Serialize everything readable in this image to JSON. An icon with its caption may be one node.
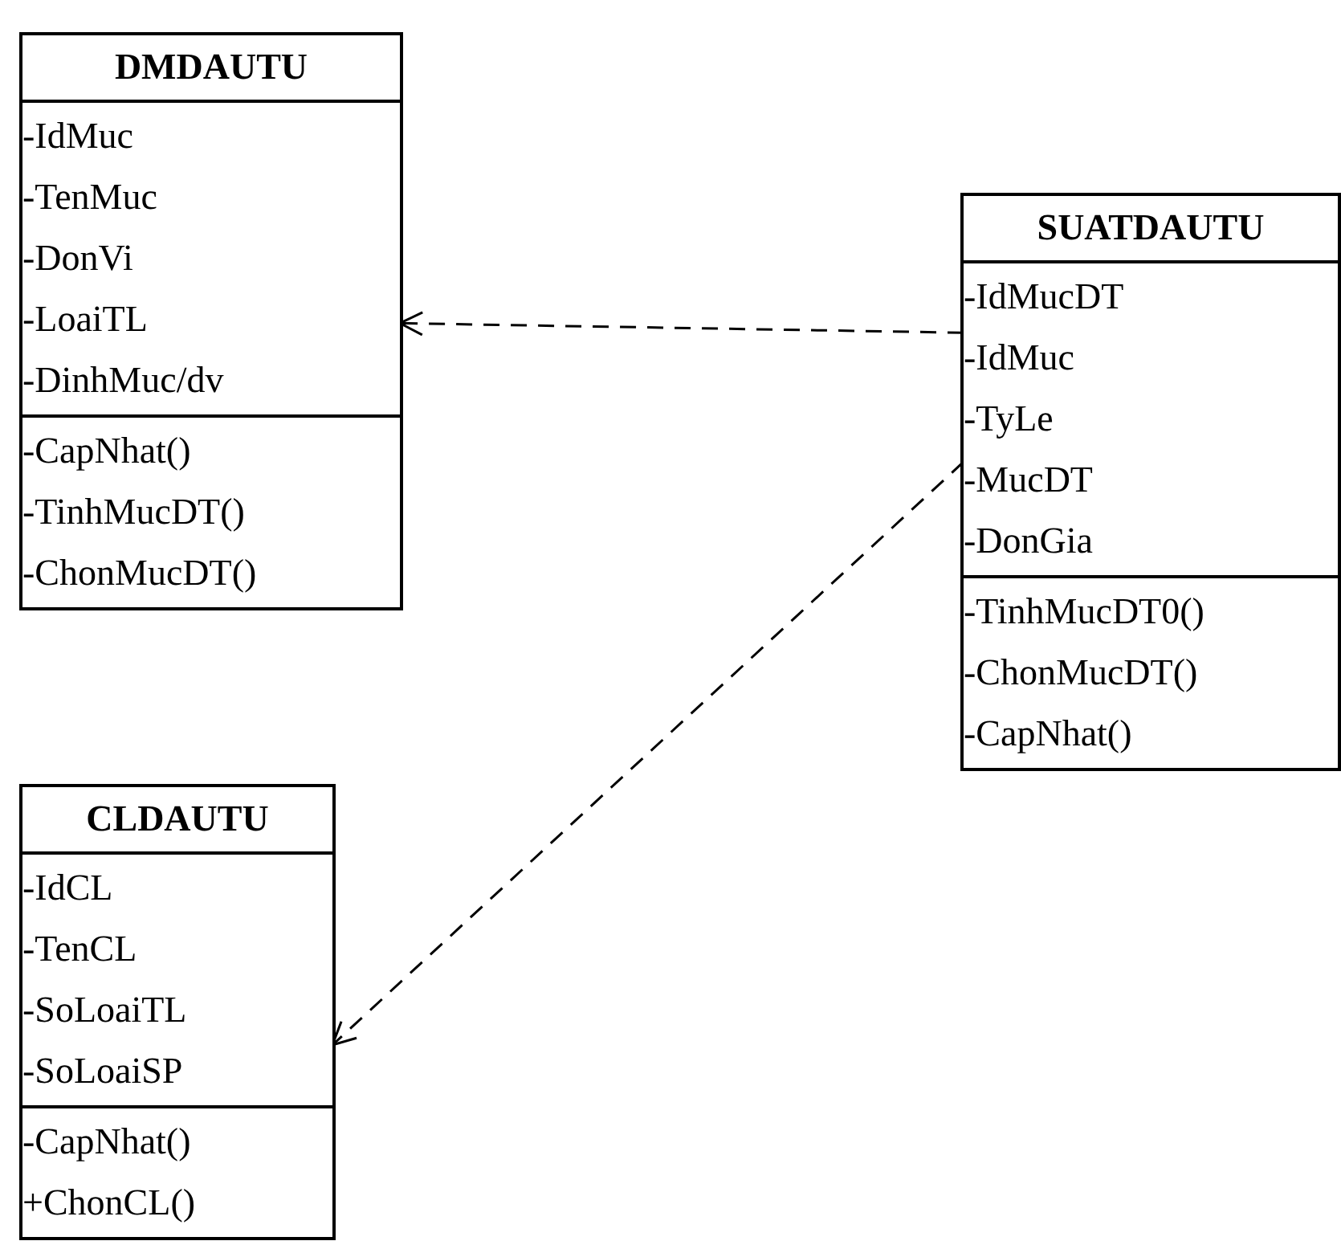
{
  "diagram": {
    "nodes": [
      {
        "text": [
          "DMDAUTU"
        ]
      },
      {
        "text": [
          "-IdMuc",
          "-TenMuc",
          "-DonVi",
          "-LoaiTL",
          "-DinhMuc/dv"
        ],
        "in": 0
      },
      {
        "text": [
          "-CapNhat()",
          "-TinhMucDT()",
          "-ChonMucDT()"
        ],
        "in": 0
      },
      {
        "text": [
          "SUATDAUTU"
        ]
      },
      {
        "text": [
          "-IdMucDT",
          "-IdMuc",
          "-TyLe",
          "-MucDT",
          "-DonGia"
        ],
        "in": 3
      },
      {
        "text": [
          "-TinhMucDT0()",
          "-ChonMucDT()",
          "-CapNhat()"
        ],
        "in": 3
      },
      {
        "text": [
          "CLDAUTU"
        ]
      },
      {
        "text": [
          "-IdCL",
          "-TenCL",
          "-SoLoaiTL",
          "-SoLoaiSP"
        ],
        "in": 6
      },
      {
        "text": [
          "-CapNhat()",
          "+ChonCL()"
        ],
        "in": 6
      }
    ],
    "edges": [
      {
        "from": 4,
        "to": 1,
        "arrow": "to",
        "style": "dashed"
      },
      {
        "from": 4,
        "to": 7,
        "arrow": "to",
        "style": "dashed"
      }
    ]
  }
}
